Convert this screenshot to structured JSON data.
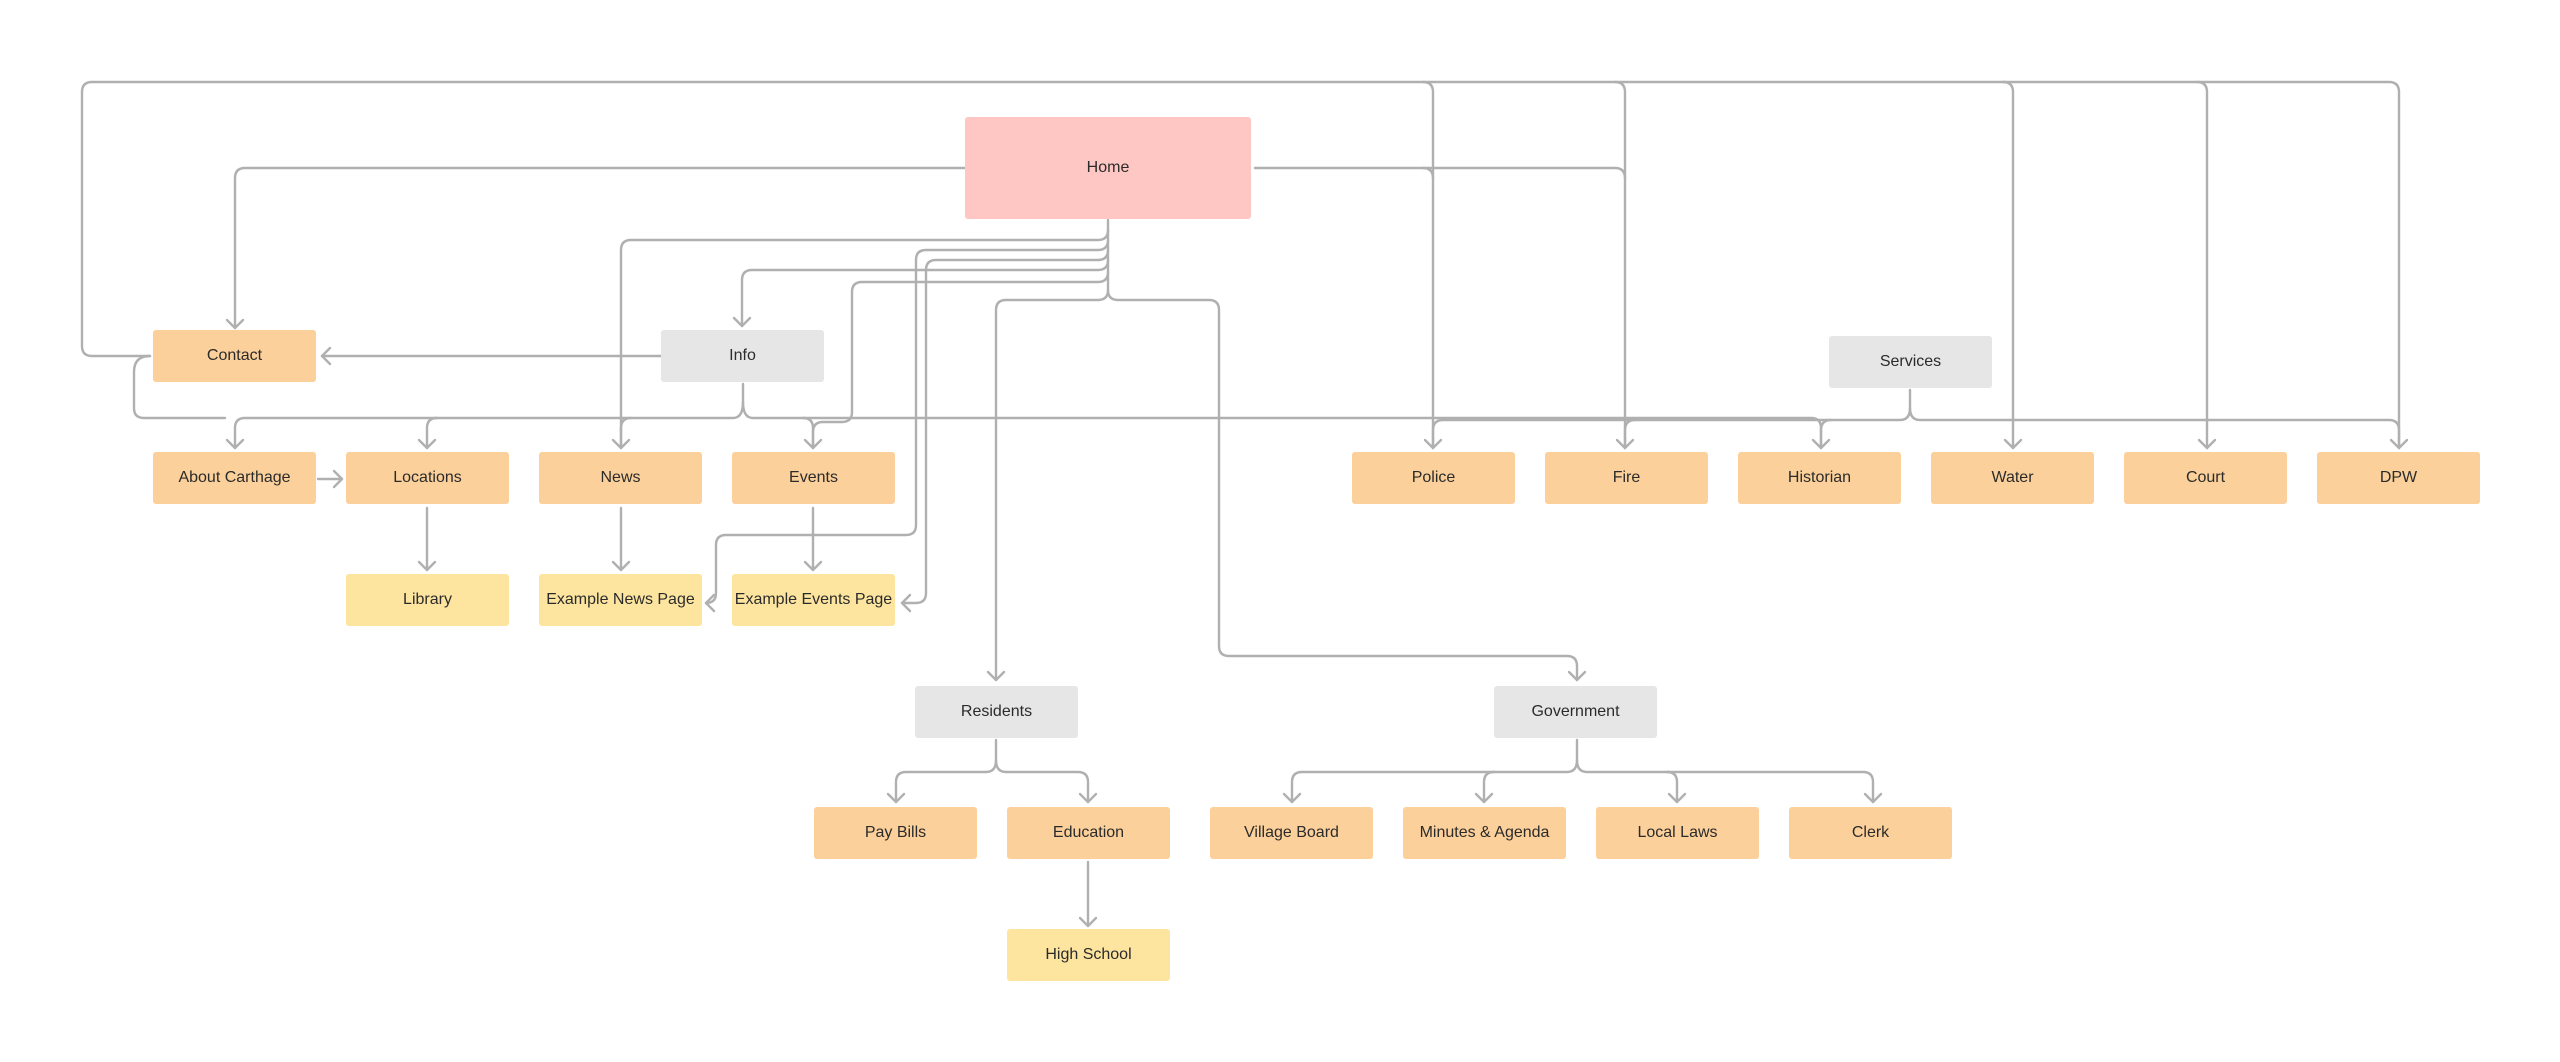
{
  "colors": {
    "root": "#fec7c3",
    "section": "#e6e6e6",
    "page": "#fcd09a",
    "subpage": "#fde59f",
    "connector": "#b0b0b0"
  },
  "nodes": {
    "home": "Home",
    "info": "Info",
    "contact": "Contact",
    "services": "Services",
    "about_carthage": "About Carthage",
    "locations": "Locations",
    "news": "News",
    "events": "Events",
    "library": "Library",
    "example_news_page": "Example News Page",
    "example_events_page": "Example Events Page",
    "police": "Police",
    "fire": "Fire",
    "historian": "Historian",
    "water": "Water",
    "court": "Court",
    "dpw": "DPW",
    "residents": "Residents",
    "government": "Government",
    "pay_bills": "Pay Bills",
    "education": "Education",
    "high_school": "High School",
    "village_board": "Village Board",
    "minutes_agenda": "Minutes & Agenda",
    "local_laws": "Local Laws",
    "clerk": "Clerk"
  }
}
